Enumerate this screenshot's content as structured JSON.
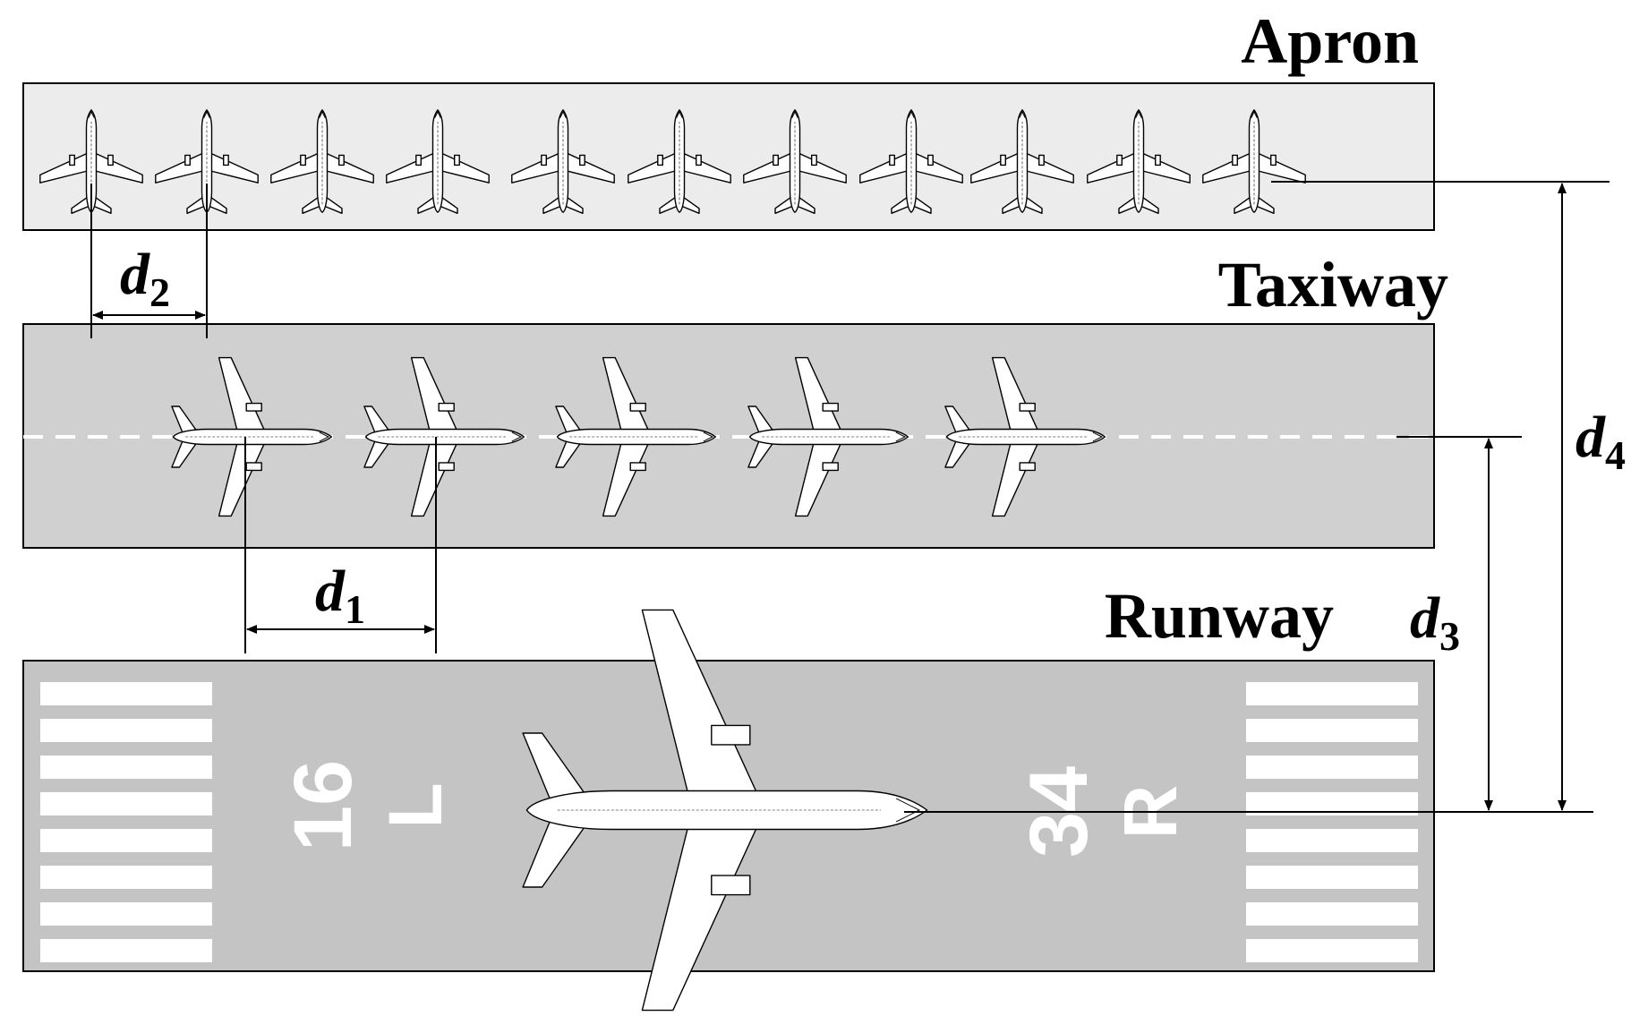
{
  "labels": {
    "apron": "Apron",
    "taxiway": "Taxiway",
    "runway": "Runway"
  },
  "dimensions": {
    "d1": {
      "base": "d",
      "sub": "1"
    },
    "d2": {
      "base": "d",
      "sub": "2"
    },
    "d3": {
      "base": "d",
      "sub": "3"
    },
    "d4": {
      "base": "d",
      "sub": "4"
    }
  },
  "runway_markings": {
    "left_number": "16",
    "left_letter": "L",
    "right_number": "34",
    "right_letter": "R"
  },
  "colors": {
    "apron_fill": "#ececec",
    "taxiway_fill": "#d0d0d0",
    "runway_fill": "#c4c4c4",
    "marking": "#ffffff",
    "outline": "#000000"
  }
}
